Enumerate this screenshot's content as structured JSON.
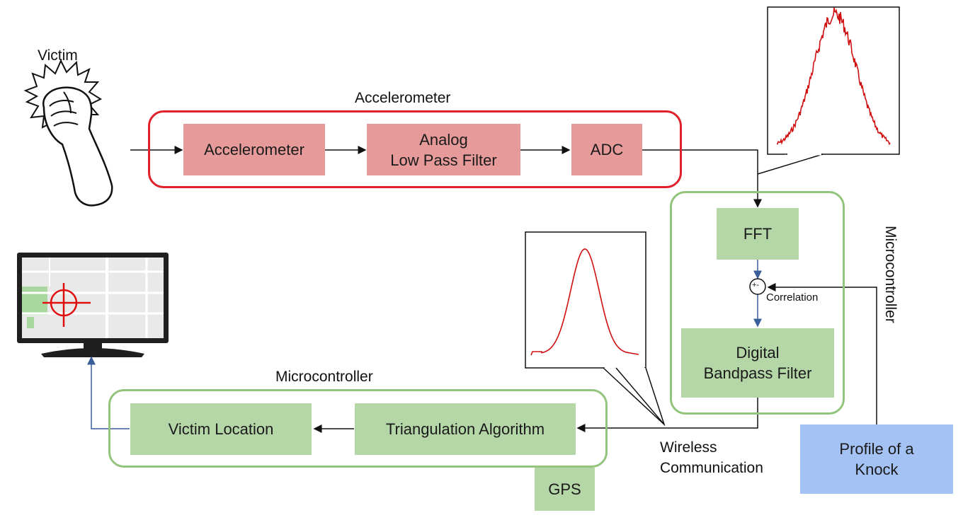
{
  "victim": {
    "label": "Victim"
  },
  "accelerometer_group": {
    "title": "Accelerometer",
    "blocks": {
      "accelerometer": "Accelerometer",
      "lowpass": "Analog\nLow Pass Filter",
      "adc": "ADC"
    }
  },
  "microcontroller_right": {
    "title": "Microcontroller",
    "blocks": {
      "fft": "FFT",
      "bandpass": "Digital\nBandpass Filter"
    },
    "summing_symbol": "+-",
    "correlation": "Correlation"
  },
  "profile_block": "Profile of a\nKnock",
  "wireless": "Wireless\nCommunication",
  "microcontroller_bottom": {
    "title": "Microcontroller",
    "blocks": {
      "victim_location": "Victim Location",
      "triangulation": "Triangulation Algorithm"
    }
  },
  "gps": "GPS",
  "colors": {
    "red_block": "#e79a9a",
    "red_border": "#e0202a",
    "green_block": "#b5d7a8",
    "green_border": "#93c47d",
    "blue_block": "#a4c2f3",
    "signal": "#d01010"
  }
}
